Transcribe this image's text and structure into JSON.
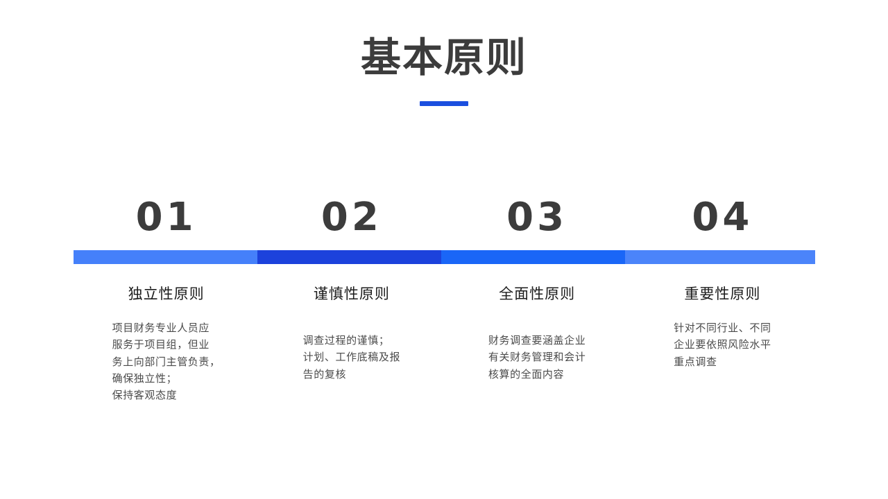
{
  "slide": {
    "background_color": "#ffffff",
    "title": "基本原则",
    "title_color": "#3c3c3c",
    "accent_color": "#1b4fdf"
  },
  "sections": [
    {
      "number": "01",
      "heading": "独立性原则",
      "body": "项目财务专业人员应\n服务于项目组，但业\n务上向部门主管负责，\n确保独立性；\n保持客观态度",
      "bar_color": "#4580fa"
    },
    {
      "number": "02",
      "heading": "谨慎性原则",
      "body": "调查过程的谨慎；\n计划、工作底稿及报\n告的复核",
      "bar_color": "#1c42dc"
    },
    {
      "number": "03",
      "heading": "全面性原则",
      "body": "财务调查要涵盖企业\n有关财务管理和会计\n核算的全面内容",
      "bar_color": "#1a66f7"
    },
    {
      "number": "04",
      "heading": "重要性原则",
      "body": "针对不同行业、不同\n企业要依照风险水平\n重点调查",
      "bar_color": "#4b84fa"
    }
  ]
}
